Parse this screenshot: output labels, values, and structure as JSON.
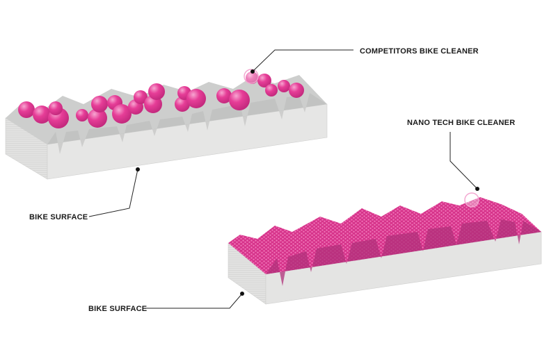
{
  "labels": {
    "competitors_cleaner": "COMPETITORS BIKE CLEANER",
    "nano_tech_cleaner": "NANO TECH BIKE CLEANER",
    "bike_surface_top": "BIKE SURFACE",
    "bike_surface_bottom": "BIKE SURFACE"
  },
  "colors": {
    "droplet": "#e63d97",
    "droplet_highlight": "#f48cc4",
    "droplet_dark": "#c42a7e",
    "nano_film": "#d6338a",
    "surface_top": "#cfd0cf",
    "surface_front": "#e2e2e1",
    "surface_side": "#f0f0ef",
    "leader_line": "#222222"
  }
}
